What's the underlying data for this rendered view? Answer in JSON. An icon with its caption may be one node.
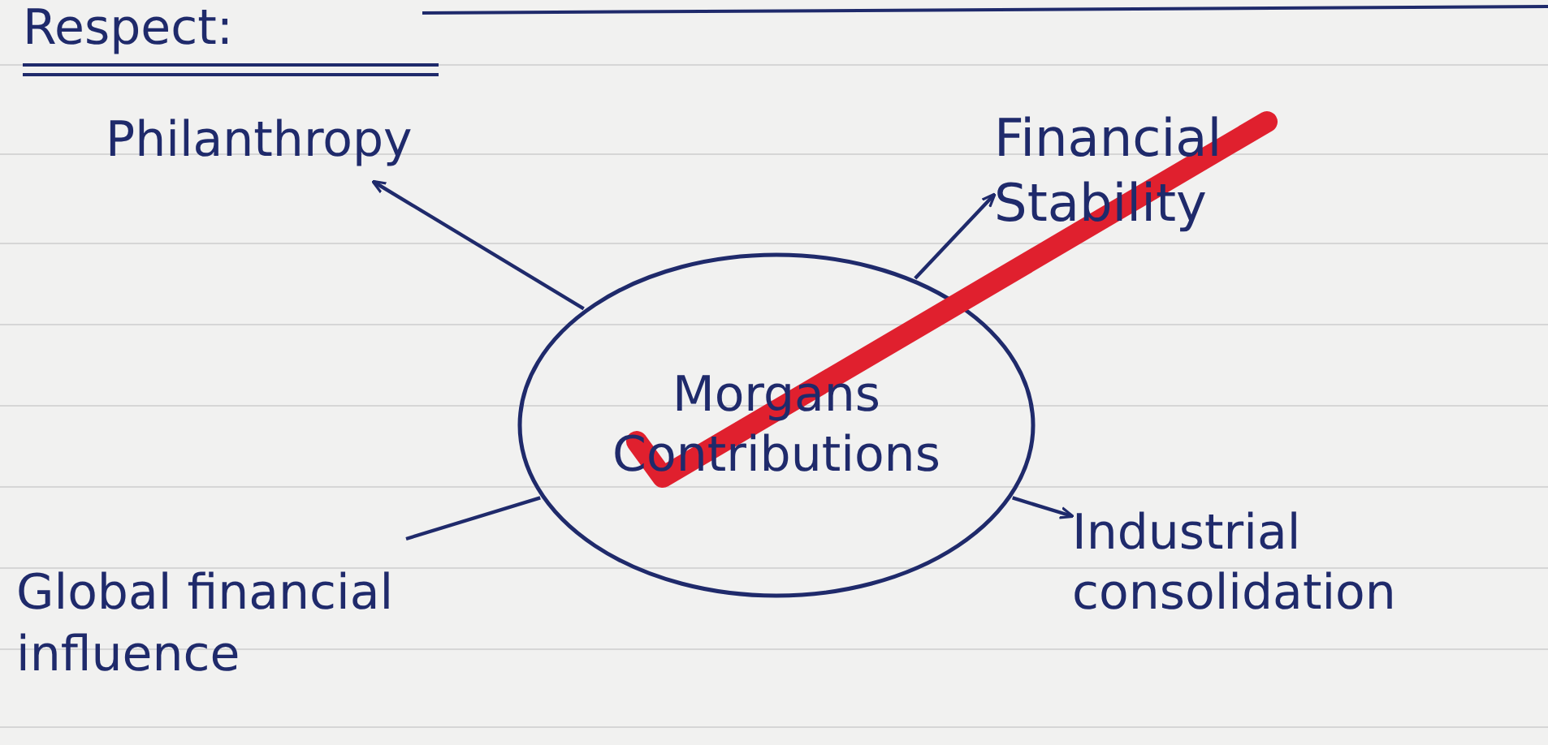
{
  "diagram": {
    "title": "Respect:",
    "nodes": [
      {
        "text": [
          "Morgans Contributions"
        ]
      },
      {
        "text": [
          "Philanthropy"
        ]
      },
      {
        "text": [
          "Financial Stability"
        ]
      },
      {
        "text": [
          "Global financial influence"
        ]
      },
      {
        "text": [
          "Industrial consolidation"
        ]
      }
    ],
    "edges": [
      {
        "from": 0,
        "to": 1,
        "arrow": "to"
      },
      {
        "from": 0,
        "to": 2,
        "arrow": "to"
      },
      {
        "from": 0,
        "to": 3,
        "arrow": "none"
      },
      {
        "from": 0,
        "to": 4,
        "arrow": "to"
      }
    ]
  }
}
